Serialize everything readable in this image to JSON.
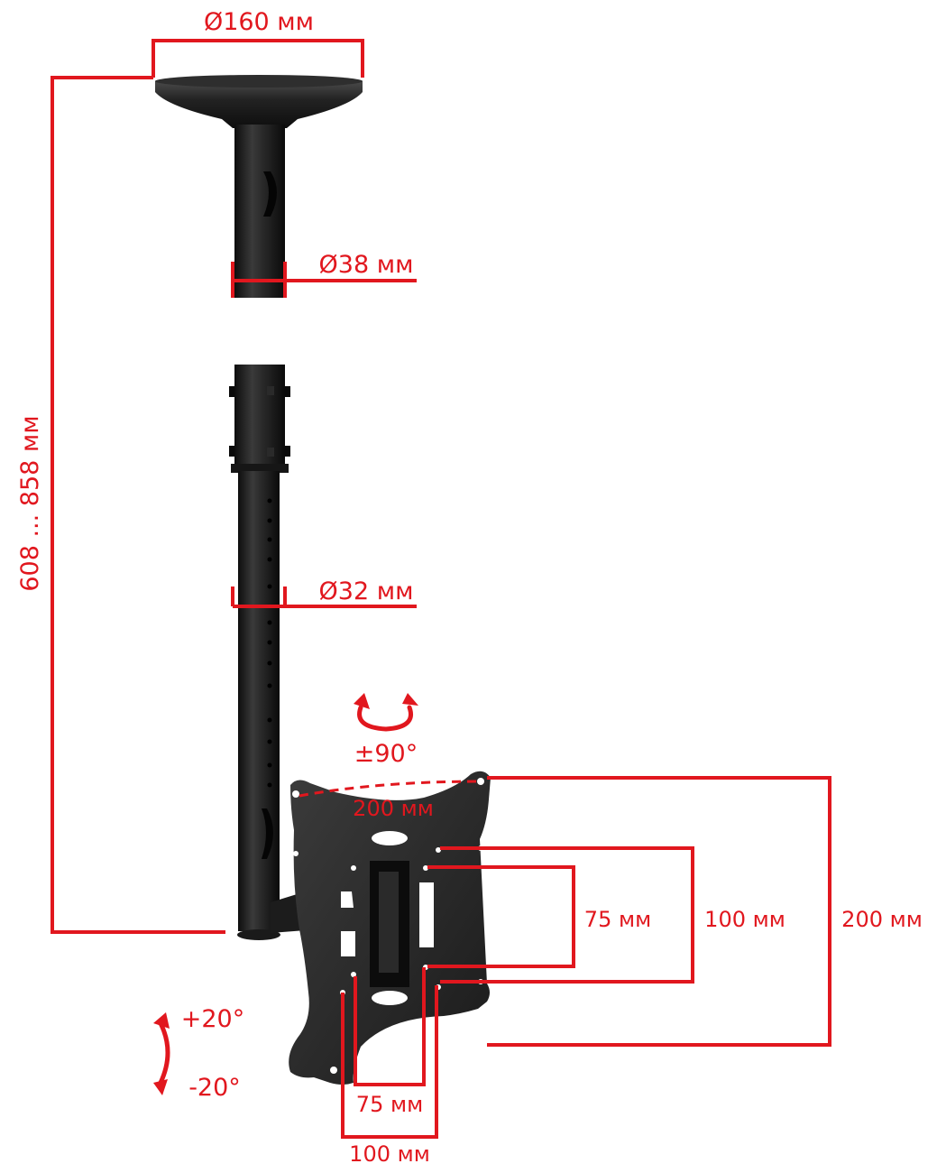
{
  "product": "ceiling TV mount",
  "accent_color": "#e1171e",
  "metal_color": "#1f1f1f",
  "labels": {
    "plate_diameter": "Ø160 мм",
    "upper_tube_diameter": "Ø38 мм",
    "lower_tube_diameter": "Ø32 мм",
    "height_range": "608 ... 858 мм",
    "swivel": "±90°",
    "tilt_up": "+20°",
    "tilt_down": "-20°",
    "diag_200": "200 мм",
    "vesa_v75": "75 мм",
    "vesa_v100": "100 мм",
    "vesa_v200": "200 мм",
    "vesa_h75": "75 мм",
    "vesa_h100": "100 мм"
  },
  "icons": {
    "swivel": "swivel-arrows-icon",
    "tilt": "tilt-arrow-icon"
  }
}
